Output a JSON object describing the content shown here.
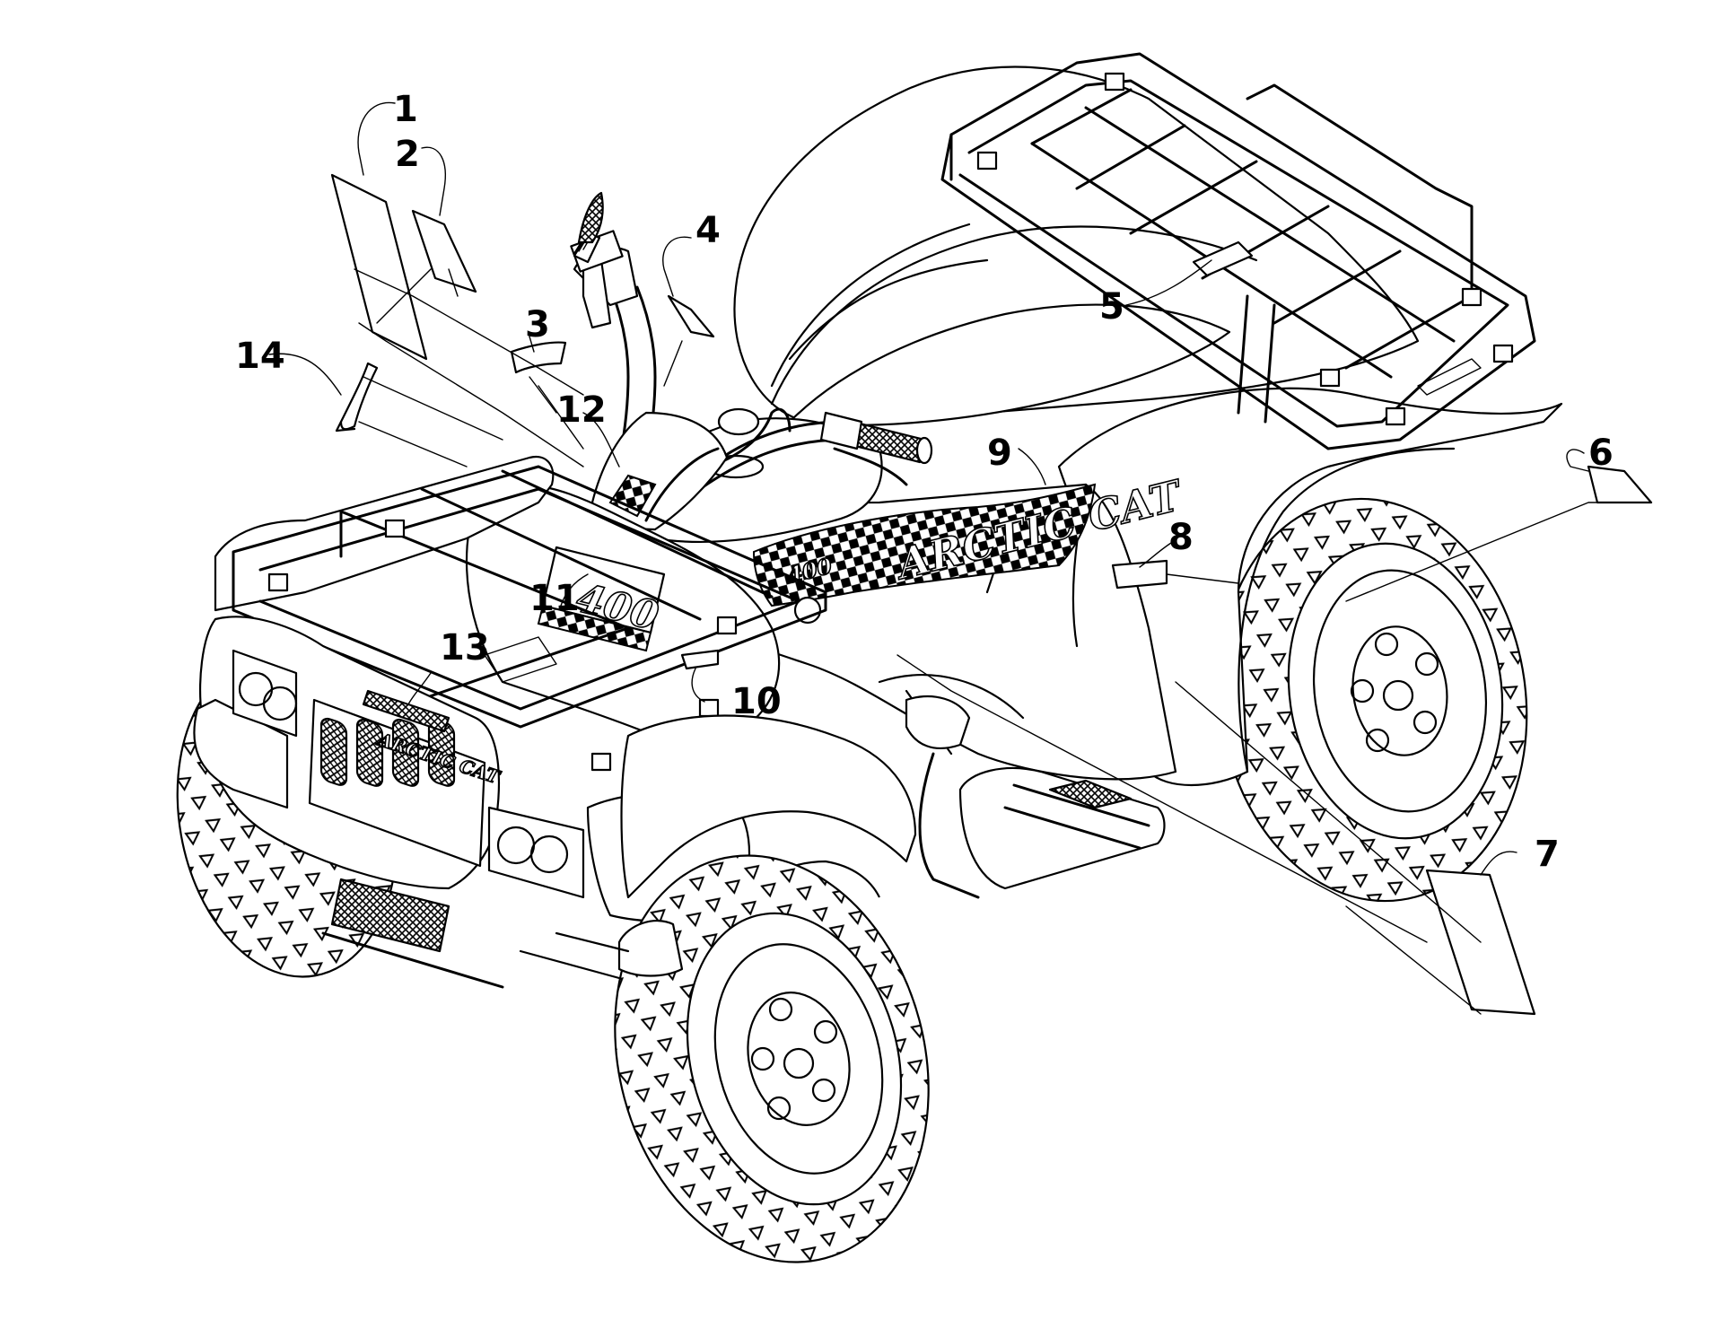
{
  "callouts": {
    "c1": "1",
    "c2": "2",
    "c3": "3",
    "c4": "4",
    "c5": "5",
    "c6": "6",
    "c7": "7",
    "c8": "8",
    "c9": "9",
    "c10": "10",
    "c11": "11",
    "c12": "12",
    "c13": "13",
    "c14": "14"
  },
  "decals": {
    "side_brand": "ARCTIC CAT",
    "grille_brand": "ARCTIC CAT",
    "model": "400",
    "side_model": "400"
  }
}
